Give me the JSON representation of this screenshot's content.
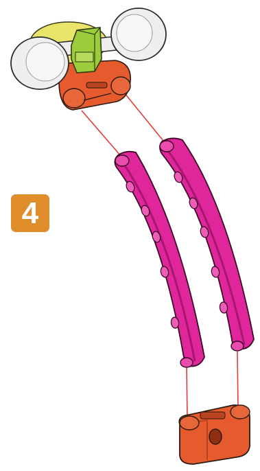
{
  "step": {
    "number": "4"
  },
  "colors": {
    "badge": "#E08E2C",
    "connector_orange": "#E55B2D",
    "connector_orange_dark": "#B8431E",
    "arc_magenta": "#E0269B",
    "arc_magenta_dark": "#A8176F",
    "hub_green": "#9CCB3B",
    "hub_yellow": "#E9E46A",
    "wheel_white": "#F2F2F2",
    "guide_line": "#E23B3B"
  },
  "parts": {
    "top_assembly": "wheel-axle-assembly",
    "left_arc": "curved-beam-left",
    "right_arc": "curved-beam-right",
    "bottom_connector": "double-peg-connector"
  }
}
